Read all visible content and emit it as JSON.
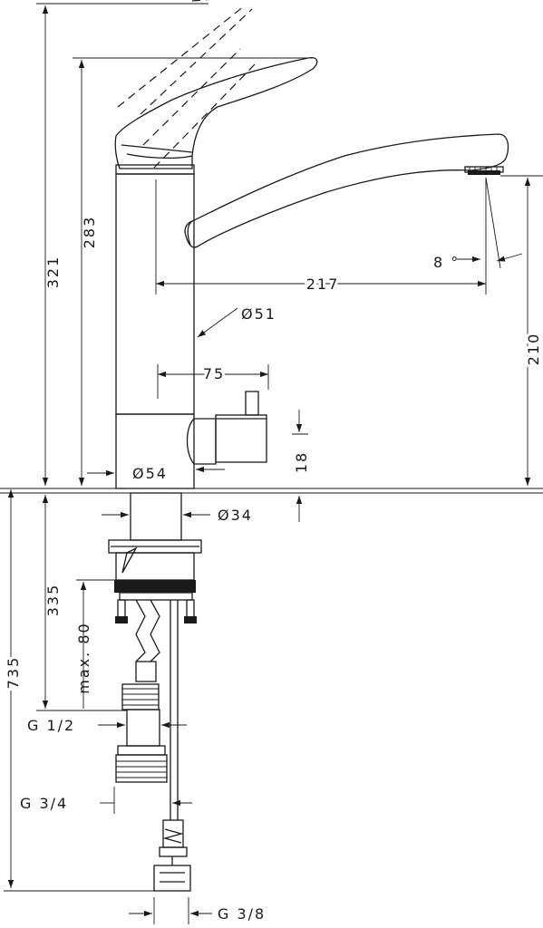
{
  "dimensions": {
    "h321": "321",
    "h283": "283",
    "reach217": "217",
    "angle8": "8 °",
    "d51": "Ø51",
    "d75": "75",
    "h210": "210",
    "h18": "18",
    "d54": "Ø54",
    "d34": "Ø34",
    "h335": "335",
    "max80": "max. 80",
    "h735": "735",
    "g12": "G 1/2",
    "g34": "G 3/4",
    "g38": "G 3/8"
  },
  "colors": {
    "line": "#1a1a1a",
    "background": "#ffffff"
  }
}
